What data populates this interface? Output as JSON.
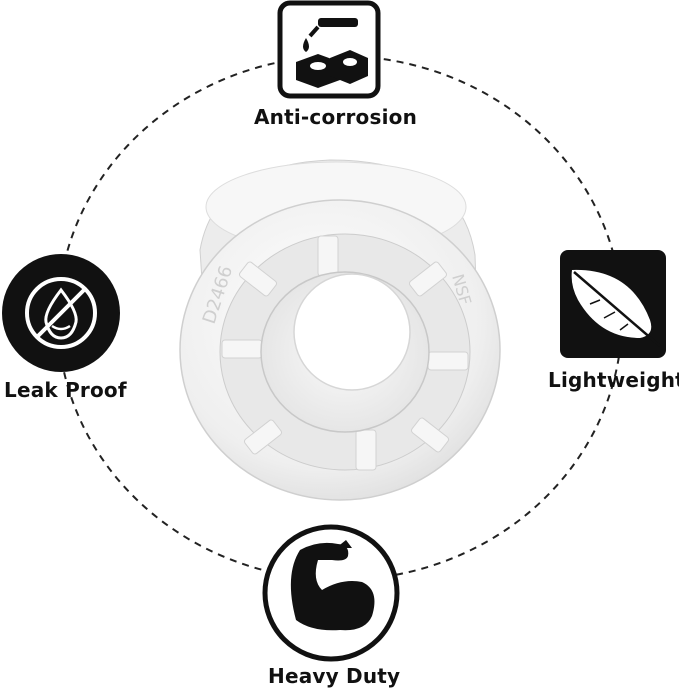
{
  "features": {
    "top": {
      "label": "Anti-corrosion",
      "icon": "anti-corrosion-icon"
    },
    "left": {
      "label": "Leak Proof",
      "icon": "no-leak-drop-icon"
    },
    "right": {
      "label": "Lightweight",
      "icon": "feather-icon"
    },
    "bottom": {
      "label": "Heavy Duty",
      "icon": "flexed-arm-icon"
    }
  },
  "product": {
    "markings": [
      "D2466",
      "NSF"
    ]
  },
  "colors": {
    "icon_fill": "#111111",
    "fitting_white": "#f2f2f2",
    "dash_ring": "#222222"
  }
}
